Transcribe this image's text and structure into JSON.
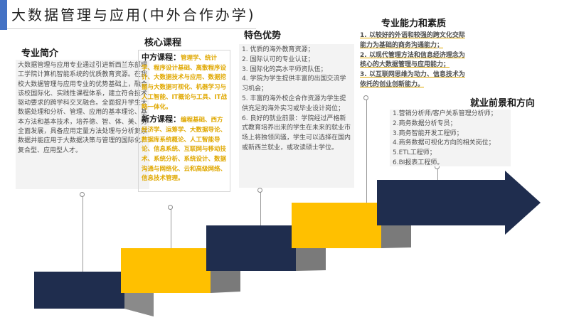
{
  "title": "大数据管理与应用(中外合作办学)",
  "intro": {
    "heading": "专业简介",
    "text": "大数据管理与应用专业通过引进新西兰东部理工学院计算机智能系统的优质教育资源。在我校大数据管理与应用专业的优势基础上，融合该校国际化、实践性课程体系，建立符合技术驱动要求的跨学科交叉融合。全面提升学生大数据处理和分析、管理、应用的基本理论、基本方法和基本技术，培养德、智、体、美、劳全面发展，具备应用定量方法处理与分析复杂数据并能应用于大数据决策与管理的国际化、复合型、应用型人才。"
  },
  "courses": {
    "heading": "核心课程",
    "cn_label": "中方课程：",
    "cn_text": "管理学、统计学、程序设计基础、离散程序设计、大数据技术与应用、数据挖掘与大数据可视化、机器学习与人工智能、IT概论与工具、IT战略一体化。",
    "foreign_label": "新方课程：",
    "foreign_text": "编程基础、西方经济学、运筹学、大数据导论、数据库系统概论、人工智能导论、信息系统、互联网与移动技术、系统分析、系统设计、数据沟通与网络化、云和高级网络、信息技术管理。"
  },
  "advantages": {
    "heading": "特色优势",
    "items": [
      "1. 优质的海外教育资源；",
      "2. 国际认可的专业认证；",
      "3. 国际化的高水平师资队伍；",
      "4. 学院为学生提供丰富的出国交流学习机会；",
      "5. 丰富的海外校企合作资源为学生提供充足的海外实习或毕业设计岗位；",
      "6. 良好的就业前景：学院经过严格新式教育培养出来的学生在未来的就业市场上将独领风骚，学生可以选择在国内或新西兰就业，或攻读硕士学位。"
    ]
  },
  "competence": {
    "heading": "专业能力和素质",
    "items": [
      "1. 以较好的外语和较强的跨文化交际能力为基础的商务沟通能力；",
      "2. 以现代管理方法和信息经济理念为核心的大数据管理与应用能力；",
      "3. 以互联网思维为动力、信息技术为依托的创业创新能力。"
    ]
  },
  "career": {
    "heading": "就业前景和方向",
    "items": [
      "1.营销分析师/客户关系管理分析师；",
      "2.商务数据分析专员；",
      "3.商务智能开发工程师；",
      "4.商务数据可视化方向的相关岗位；",
      "5.ETL工程师；",
      "6.BI报表工程师。"
    ]
  },
  "colors": {
    "accent_blue": "#4472c4",
    "navy": "#1f2d4e",
    "yellow": "#ffc000",
    "gray": "#7f7f7f",
    "highlight_text": "#e0a800"
  }
}
